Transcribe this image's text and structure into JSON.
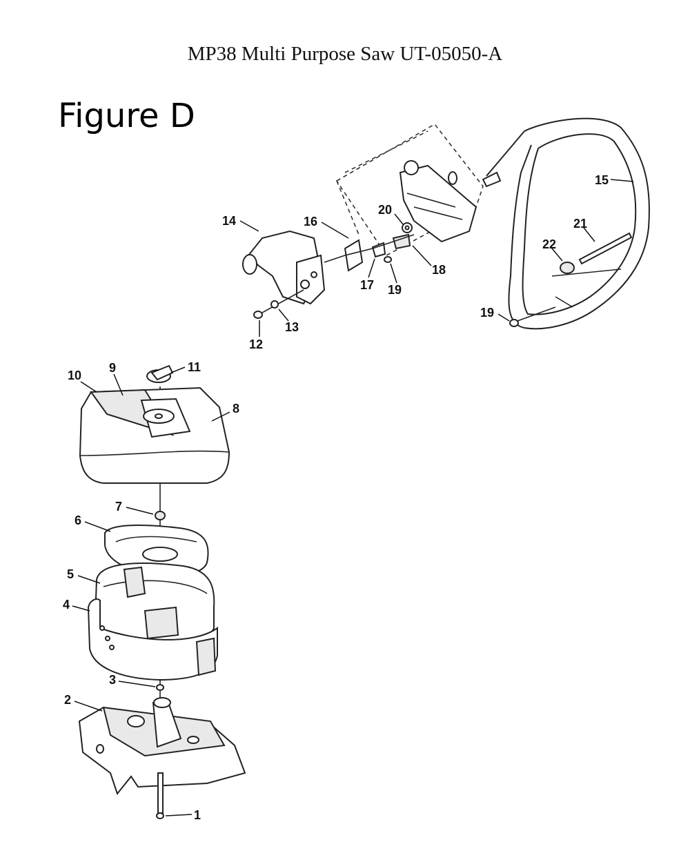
{
  "header": {
    "title": "MP38 Multi Purpose Saw UT-05050-A",
    "figure": "Figure D"
  },
  "callouts": {
    "p1": "1",
    "p2": "2",
    "p3": "3",
    "p4": "4",
    "p5": "5",
    "p6": "6",
    "p7": "7",
    "p8": "8",
    "p9": "9",
    "p10": "10",
    "p11": "11",
    "p12": "12",
    "p13": "13",
    "p14": "14",
    "p15": "15",
    "p16": "16",
    "p17": "17",
    "p18": "18",
    "p19a": "19",
    "p19b": "19",
    "p20": "20",
    "p21": "21",
    "p22": "22"
  }
}
